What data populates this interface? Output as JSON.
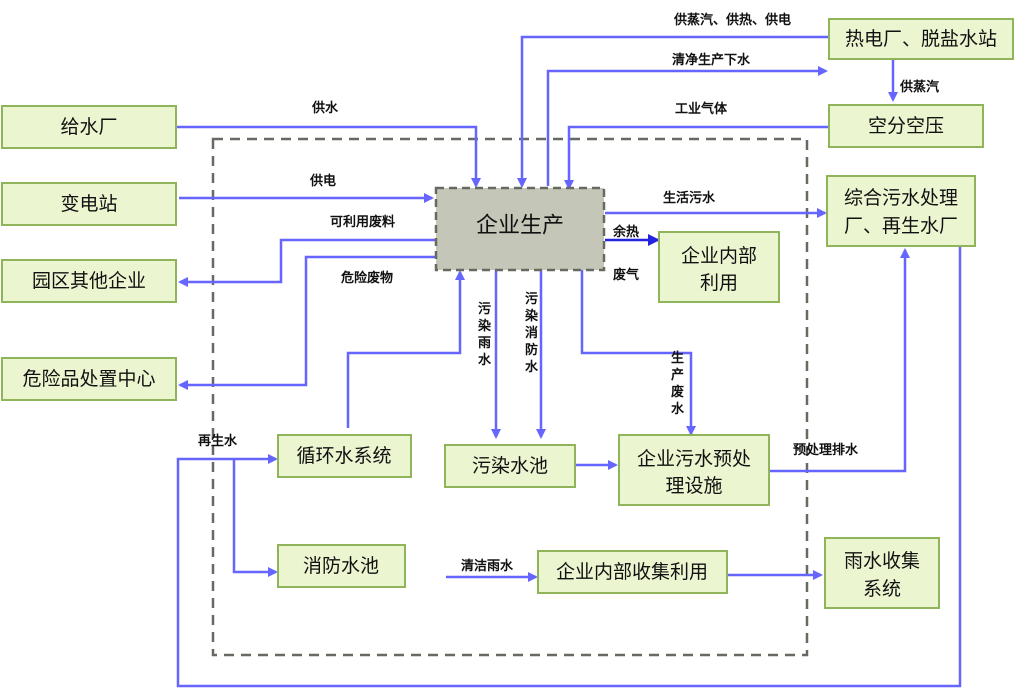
{
  "diagram": {
    "nodes": {
      "core": "企业生产",
      "thermal": "热电厂、脱盐水站",
      "air": "空分空压",
      "water_plant": "给水厂",
      "substation": "变电站",
      "other_ent": "园区其他企业",
      "hazard_center": "危险品处置中心",
      "wwtp_line1": "综合污水处理",
      "wwtp_line2": "厂、再生水厂",
      "internal_use_line1": "企业内部",
      "internal_use_line2": "利用",
      "circ": "循环水系统",
      "poll_pool": "污染水池",
      "pretreat_line1": "企业污水预处",
      "pretreat_line2": "理设施",
      "fire_pool": "消防水池",
      "collect": "企业内部收集利用",
      "rain_line1": "雨水收集",
      "rain_line2": "系统"
    },
    "edges": {
      "steam_heat_power": "供蒸汽、供热、供电",
      "clean_drain": "清净生产下水",
      "steam": "供蒸汽",
      "ind_gas": "工业气体",
      "supply_water": "供水",
      "supply_power": "供电",
      "usable_waste": "可利用废料",
      "hazard_waste": "危险废物",
      "domestic_sewage": "生活污水",
      "waste_heat": "余热",
      "waste_gas": "废气",
      "poll_rain": "污染雨水",
      "poll_fire": "污染消防水",
      "prod_waste": "生产废水",
      "pre_discharge": "预处理排水",
      "reclaimed": "再生水",
      "clean_rain": "清洁雨水"
    },
    "colors": {
      "arrow": "#6666ff",
      "arrow_dark": "#2323e0",
      "node_fill": "#ebf5d0",
      "node_stroke": "#8fb45a",
      "core_fill": "#c4c6b8",
      "boundary": "#666a60"
    }
  }
}
